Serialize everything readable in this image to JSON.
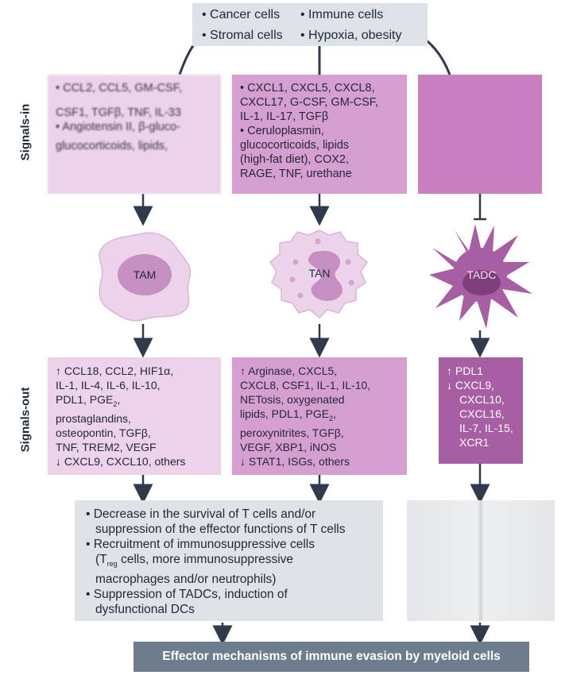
{
  "sources": [
    "• Cancer cells",
    "• Immune cells",
    "• Stromal cells",
    "• Hypoxia, obesity"
  ],
  "labels": {
    "signals_in": "Signals-in",
    "signals_out": "Signals-out"
  },
  "tam": {
    "name": "TAM",
    "in_lines": [
      "• CCL2, CCL5, GM-CSF,",
      "CSF1, TGFβ, TNF, IL-33",
      "• Angiotensin II, β-gluco-",
      "",
      "glucocorticoids, lipids,"
    ],
    "out_lines": [
      "↑ CCL18, CCL2, HIF1α,",
      "IL-1, IL-4, IL-6, IL-10,",
      "PDL1, PGE",
      "prostaglandins,",
      "osteopontin, TGFβ,",
      "TNF, TREM2, VEGF",
      "↓ CXCL9, CXCL10, others"
    ]
  },
  "tan": {
    "name": "TAN",
    "in_lines": [
      "• CXCL1, CXCL5, CXCL8,",
      "CXCL17, G-CSF, GM-CSF,",
      "IL-1, IL-17, TGFβ",
      "• Ceruloplasmin,",
      "glucocorticoids, lipids",
      "(high-fat diet), COX2,",
      "RAGE, TNF, urethane"
    ],
    "out_lines": [
      "↑ Arginase, CXCL5,",
      "CXCL8, CSF1, IL-1, IL-10,",
      "NETosis, oxygenated",
      "lipids, PDL1, PGE",
      "peroxynitrites, TGFβ,",
      "VEGF, XBP1, iNOS",
      "↓ STAT1, ISGs, others"
    ]
  },
  "tadc": {
    "name": "TADC",
    "out_lines": [
      "↑ PDL1",
      "↓ CXCL9,",
      "CXCL10,",
      "CXCL16,",
      "IL-7, IL-15,",
      "XCR1"
    ]
  },
  "effects": {
    "line1": "• Decrease in the survival of T cells and/or",
    "line2": "suppression of the effector functions of T cells",
    "line3": "• Recruitment of immunosuppressive cells",
    "line4_pre": "(T",
    "line4_sub": "reg",
    "line4_post": " cells, more immunosuppressive",
    "line5": "macrophages and/or neutrophils)",
    "line6": "• Suppression of TADCs, induction of",
    "line7": "dysfunctional DCs"
  },
  "sub2": "2",
  "comma": ",",
  "footer": "Effector mechanisms of immune evasion by myeloid cells",
  "colors": {
    "light_pink": "#ecd3ea",
    "mid_pink": "#d69fd2",
    "purple": "#a85ea3",
    "grey": "#dfe3e8",
    "arrow": "#2f3b4c",
    "footer": "#6e7d8e"
  }
}
